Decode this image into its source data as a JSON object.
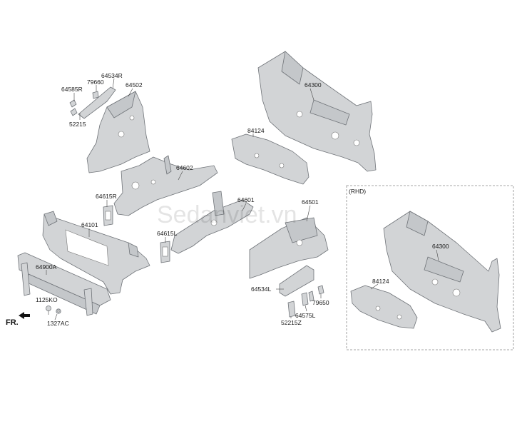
{
  "labels": {
    "p64585R": "64585R",
    "p79660": "79660",
    "p64534R": "64534R",
    "p64502": "64502",
    "p52215": "52215",
    "p64300": "64300",
    "p84124": "84124",
    "p64602": "64602",
    "p64615R": "64615R",
    "p64101": "64101",
    "p64601": "64601",
    "p64501": "64501",
    "p64615L": "64615L",
    "p64900A": "64900A",
    "p1125KO": "1125KO",
    "p1327AC": "1327AC",
    "p64534L": "64534L",
    "p79650": "79650",
    "p64575L": "64575L",
    "p52215Z": "52215Z",
    "rhd_title": "(RHD)",
    "rhd_64300": "64300",
    "rhd_84124": "84124",
    "front": "FR."
  },
  "watermark": "Sedanviet.vn",
  "colors": {
    "part_fill": "#d2d4d6",
    "outline": "#6f7378",
    "text": "#1a1a1a"
  },
  "icons": {
    "front_arrow": "arrow-left-icon"
  }
}
